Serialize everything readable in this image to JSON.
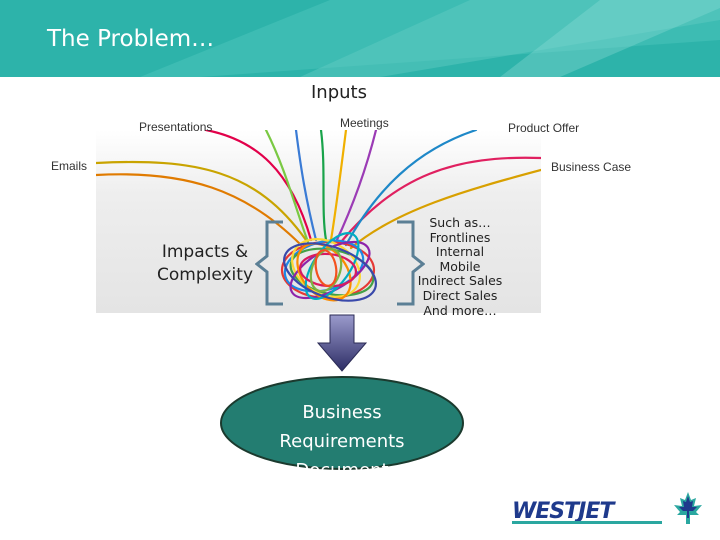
{
  "slide": {
    "title": "The Problem…",
    "inputs_heading": "Inputs",
    "inputs": [
      "Presentations",
      "Meetings",
      "Product Offer",
      "Emails",
      "Business Case"
    ],
    "impacts_lines": [
      "Impacts &",
      "Complexity"
    ],
    "examples_lines": [
      "Such as…",
      "Frontlines",
      "Internal",
      "Mobile",
      "Indirect Sales",
      "Direct Sales",
      "And more…"
    ],
    "result_lines": [
      "Business",
      "Requirements",
      "Document"
    ],
    "logo_text": "WESTJET"
  },
  "colors": {
    "header_teal": "#2db3aa",
    "header_light": "#63cbc4",
    "arrow_fill": "#5c5c99",
    "oval_fill": "#237d71",
    "bracket": "#5b7f95",
    "logo_blue": "#1f3a8c",
    "logo_teal": "#2aa7a0"
  },
  "icons": [
    "down-arrow-icon",
    "maple-leaf-icon"
  ]
}
